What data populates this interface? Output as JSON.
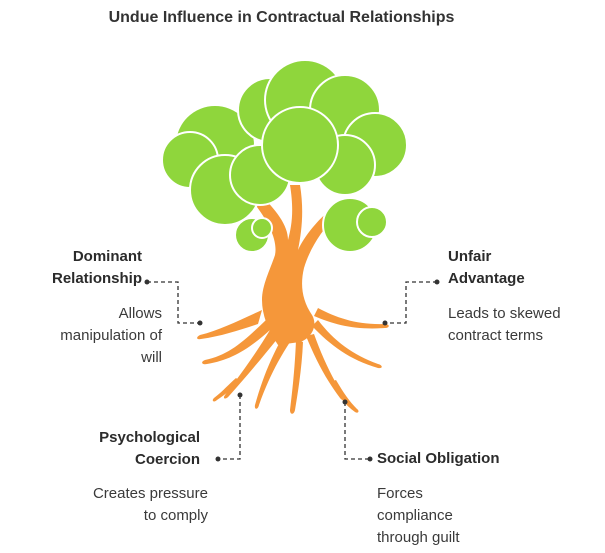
{
  "title": "Undue Influence in Contractual Relationships",
  "colors": {
    "foliage": "#8fd63c",
    "foliage_stroke": "#ffffff",
    "trunk": "#f5973a",
    "connector": "#333333"
  },
  "factors": {
    "dominant": {
      "line1": "Dominant",
      "line2": "Relationship",
      "desc1": "Allows",
      "desc2": "manipulation of",
      "desc3": "will"
    },
    "unfair": {
      "line1": "Unfair",
      "line2": "Advantage",
      "desc1": "Leads to skewed",
      "desc2": "contract terms"
    },
    "psych": {
      "line1": "Psychological",
      "line2": "Coercion",
      "desc1": "Creates pressure",
      "desc2": "to comply"
    },
    "social": {
      "line1": "Social Obligation",
      "desc1": "Forces",
      "desc2": "compliance",
      "desc3": "through guilt"
    }
  }
}
